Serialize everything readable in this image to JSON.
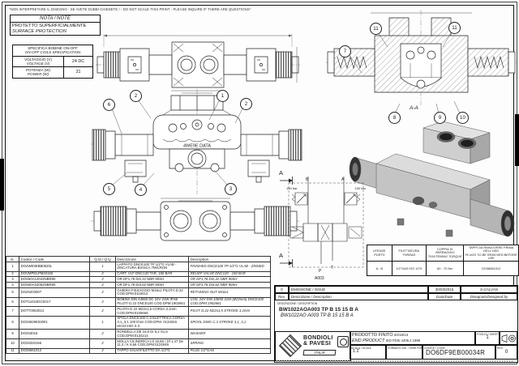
{
  "disclaimer": "*NON INTERPRETARE IL DISEGNO : SE AVETE DUBBI CHIEDETE ! - DO NOT SCALE THIS PRINT - PLEASE INQUIRE IF THERE ARE QUESTIONS*",
  "note_box": {
    "title": "NOTA / NOTE",
    "line_it": "PROTETTO SUPERFICIALMENTE",
    "line_en": "SURFACE PROTECTION"
  },
  "coil_spec": {
    "title_it": "SPECIFICA BOBINE ON-OFF",
    "title_en": "ON-OFF COILS SPECIFICATION",
    "rows": [
      {
        "label_it": "VOLTAGGIO (V)",
        "label_en": "VOLTAGE (V)",
        "value": "24 DC"
      },
      {
        "label_it": "POTENZA (W)",
        "label_en": "POWER (W)",
        "value": "31"
      }
    ]
  },
  "drawing": {
    "section_label": "A-A",
    "section_arrow": "A",
    "schematic_code": "A003",
    "body_marking": "4WE9E  DATA",
    "pressure_left": "150 bar",
    "pressure_right": "150 bar",
    "port_b": "B",
    "port_a": "A",
    "port_p": "P",
    "port_t": "T"
  },
  "balloons": [
    "6",
    "2",
    "1",
    "2",
    "5",
    "4",
    "3",
    "7",
    "11",
    "11",
    "8",
    "9",
    "10"
  ],
  "ports_table": {
    "headers": [
      {
        "it": "UTENZE",
        "en": "PORTS"
      },
      {
        "it": "FILETTATURA",
        "en": "THREAD"
      },
      {
        "it": "COPPIA DI SERRAGGIO",
        "en": "TIGHTENING TORQUE"
      },
      {
        "it": "TAPPI DA RIMUOVERE PRIMA DELL'USO",
        "en": "PLUGS TO BE REMOVED BEFORE USE"
      }
    ],
    "row": {
      "ports": "A - B",
      "thread": "1/2\"GAS ISO 1179",
      "torque": "60 - 70 Nm",
      "plugs": "DO36561012"
    }
  },
  "parts_table": {
    "headers": {
      "n": "N.",
      "code": "Codice / Code",
      "qty": "Q.tà / Q.ty",
      "desc_it": "Descrizione",
      "desc_en": "Description"
    },
    "rows": [
      {
        "n": "1",
        "code": "DO4WE9EBB0520L",
        "qty": "1",
        "desc_it": "LAPPATO DNCE100 TP 1/2\"G VLAB - ZINCATURA BIANCA 7MICRON",
        "desc_en": "FINISHED DNCE100 TP 1/2\"G VLAB - ZINNED"
      },
      {
        "n": "2",
        "code": "DOVMPDLPM20150",
        "qty": "2",
        "desc_it": "CART. VLF DNC120 TAR. 150 BAR",
        "desc_en": "RELIEF VALVE DNC120 - 150 BAR"
      },
      {
        "n": "3",
        "code": "DOS60A12042NBR90",
        "qty": "2",
        "desc_it": "OR DF1,78 DI2,42 NBR 90SH",
        "desc_en": "OR DF1,78 DI2,42 NBR 90SH"
      },
      {
        "n": "4",
        "code": "DOS60A10062NBR90",
        "qty": "2",
        "desc_it": "OR DF1,78 DI3,62 NBR 90SH",
        "desc_en": "OR DF1,78 DI3,62 NBR 90SH"
      },
      {
        "n": "5",
        "code": "DO25203007",
        "qty": "2",
        "desc_it": "GHIERA FISSAGGIO M16x1 PILOTA D.22 COD.DPM:0119412",
        "desc_en": "RETAINING NUT M16x1"
      },
      {
        "n": "6",
        "code": "DOT11024DCE017",
        "qty": "2",
        "desc_it": "BOBINA DIN 43650 DC 24V 31W IP.65 PILOTI D.22 DNCE100 COD.DPM:1902661",
        "desc_en": "COIL 24V DIN 43650 31W (Ø22mm) DNCE100 COD.DPM:1902661"
      },
      {
        "n": "7",
        "code": "DOTT0063013",
        "qty": "2",
        "desc_it": "PILOTA D.22 M22x1,5 CORSA 3,1mm COD.DPM:0105665",
        "desc_en": "PILOT D.22 M22x1,5 STROKE 3,1mm"
      },
      {
        "n": "8",
        "code": "DO26929E03001",
        "qty": "1",
        "desc_it": "SPOLA DNCE100 C.3 ELETTRICA CORSA 3,1_3,1 100 l/min COD.DPM: 0134026 MASCHIO S.3",
        "desc_en": "SPOOL DWG C.3 STROKE 3,1_3,1"
      },
      {
        "n": "9",
        "code": "DO263016",
        "qty": "2",
        "desc_it": "RONDELLA DE 16,6 DI 5,2 S1,6 COD.DPM:0134214",
        "desc_en": "WASHER"
      },
      {
        "n": "10",
        "code": "DO26320156",
        "qty": "2",
        "desc_it": "MOLLA CILINDRICA L0 16,56 / Df 1,47 De 11,4 / K 6,66 COD.DPM:0124949",
        "desc_en": "SPRING"
      },
      {
        "n": "11",
        "code": "DO36561012",
        "qty": "2",
        "desc_it": "TAPPO SALVAFILETTO DA 1/2\"G",
        "desc_en": "PLUG 1/2\"GAS"
      }
    ]
  },
  "title_block": {
    "revision_entry": {
      "rev": "0",
      "desc": "EMISSIONE / ISSUE",
      "date": "30/03/2015",
      "by": "S.GALVAN"
    },
    "revision_header": {
      "rev": "Rev.",
      "desc": "Descrizione / Description",
      "date": "Data/Date",
      "by": "Disegnato/Designed by"
    },
    "description_label": "DESCRIZIONE / DESCRIPTION",
    "description_line1": "BW1022AOA003 TP B 15 15 B A",
    "description_line2": "BW1022AO A003 TP B 15 15 B A",
    "logo_line1": "BONDIOLI",
    "logo_line2": "& PAVESI",
    "logo_line3": "ITALIA",
    "product_label_it": "PRODOTTO FINITO",
    "product_label_en": "END PRODUCT",
    "product_value1": "20/18/13",
    "product_value2": "ISO FDSI 4406.2 1999",
    "sheet_label": "FOGLIO / SHEET",
    "sheet_value": "1",
    "scale_label": "SCALA / SCALE",
    "scale_value": "1:2",
    "format_label": "FORMATO DIS. / DRW FORMAT",
    "code_label": "CODICE / CODE",
    "code_value": "DO6DF9EB00034R",
    "rev_label": "REV.",
    "rev_value": "0"
  }
}
